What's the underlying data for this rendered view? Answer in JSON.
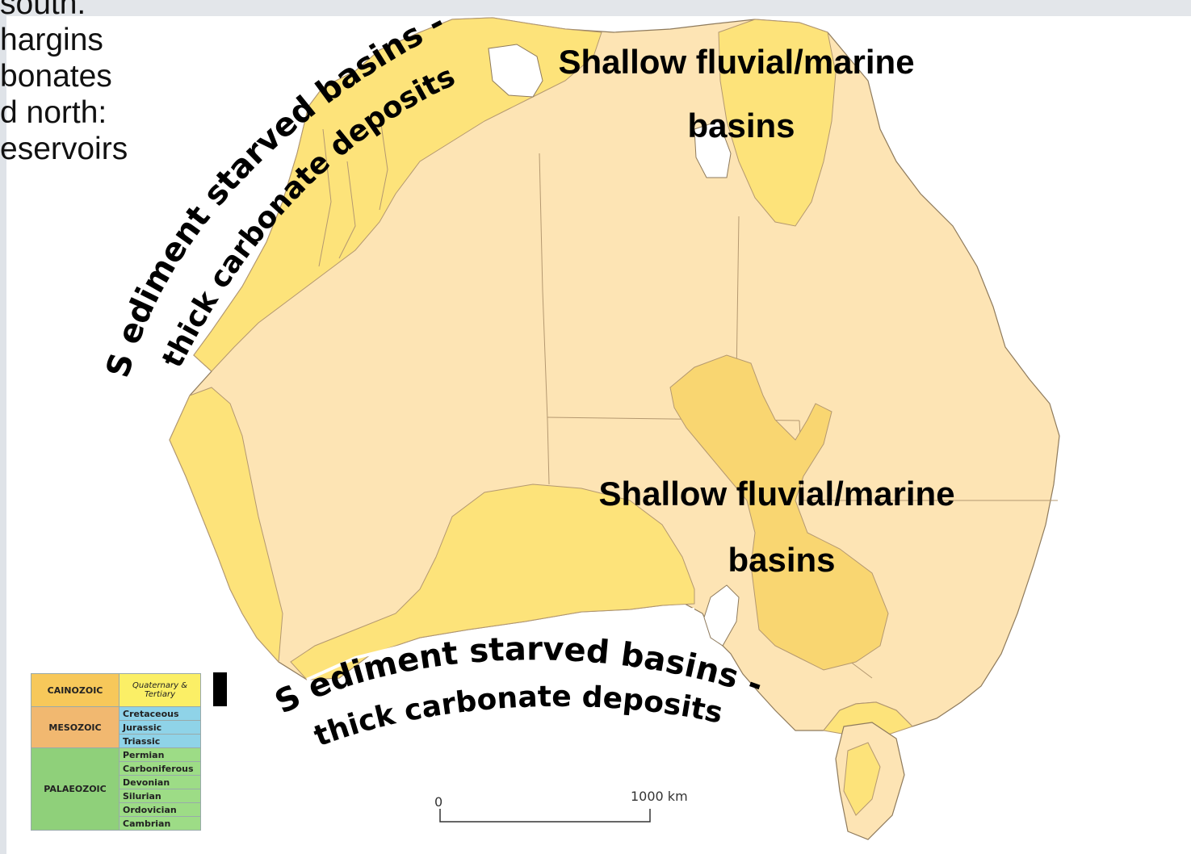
{
  "bullet_fragments": [
    "south.",
    "hargins",
    "bonates",
    "d north:",
    "eservoirs"
  ],
  "labels": {
    "north_fluvial_line1": "Shallow fluvial/marine",
    "north_fluvial_line2": "basins",
    "central_fluvial_line1": "Shallow fluvial/marine",
    "central_fluvial_line2": "basins",
    "west_starved_line1": "S ediment starved basins  -",
    "west_starved_line2": "thick carbonate deposits",
    "south_starved_line1": "S ediment starved basins  -",
    "south_starved_line2": "thick carbonate deposits"
  },
  "scale_bar": {
    "zero": "0",
    "label": "1000  km"
  },
  "legend": {
    "eras": [
      {
        "name": "CAINOZOIC",
        "periods": [
          "Quaternary & Tertiary"
        ]
      },
      {
        "name": "MESOZOIC",
        "periods": [
          "Cretaceous",
          "Jurassic",
          "Triassic"
        ]
      },
      {
        "name": "PALAEOZOIC",
        "periods": [
          "Permian",
          "Carboniferous",
          "Devonian",
          "Silurian",
          "Ordovician",
          "Cambrian"
        ]
      }
    ]
  },
  "colors": {
    "land_base": "#fde4b4",
    "basin": "#fde37a",
    "basin_central": "#f9d671",
    "border": "#b49870",
    "coast": "#8e7a5c"
  }
}
